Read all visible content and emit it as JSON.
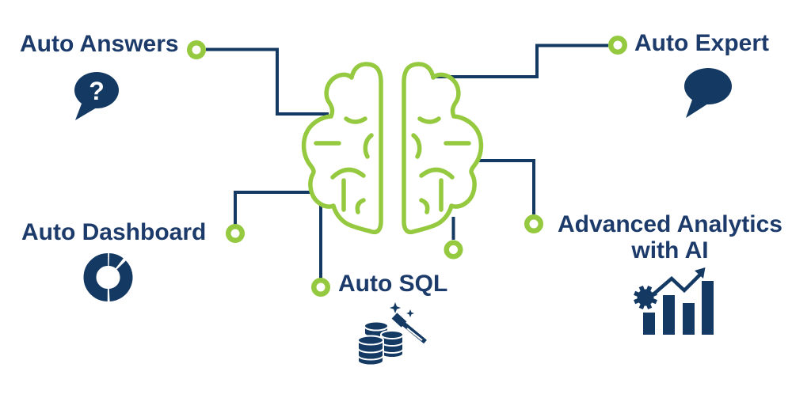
{
  "page": {
    "description": "Infographic of a green outlined brain connected to five AI product features",
    "background": "#ffffff"
  },
  "colors": {
    "navy_graphic": "#143A64",
    "navy_text": "#1C3B6B",
    "green": "#95C93F",
    "white": "#ffffff"
  },
  "brain": {
    "name": "brain-outline",
    "hemispheres": [
      "left",
      "right"
    ]
  },
  "features": {
    "auto_answers": {
      "label": "Auto Answers",
      "icon": "question-bubble-icon"
    },
    "auto_expert": {
      "label": "Auto Expert",
      "icon": "chat-bubble-icon"
    },
    "auto_dashboard": {
      "label": "Auto Dashboard",
      "icon": "donut-chart-icon"
    },
    "auto_sql": {
      "label": "Auto SQL",
      "icon": "database-magic-wand-icon"
    },
    "advanced_analytics": {
      "label_line1": "Advanced Analytics",
      "label_line2": "with AI",
      "icon": "bar-chart-growth-icon"
    }
  },
  "icons": {
    "question_mark": "?"
  }
}
